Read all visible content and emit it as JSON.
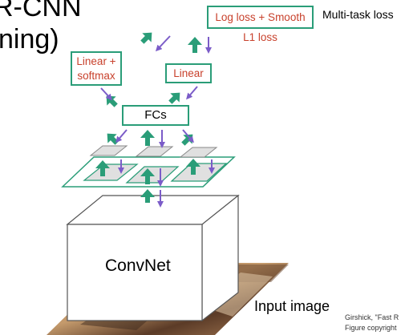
{
  "title": {
    "line1": "R-CNN",
    "line2": "ning)"
  },
  "boxes": {
    "loss": "Log loss + Smooth L1 loss",
    "linear_softmax_1": "Linear +",
    "linear_softmax_2": "softmax",
    "linear": "Linear",
    "fcs": "FCs",
    "convnet": "ConvNet"
  },
  "labels": {
    "multitask": "Multi-task loss",
    "input": "Input image"
  },
  "citation": {
    "line1": "Girshick, \"Fast R",
    "line2": "Figure copyright"
  },
  "colors": {
    "box_border": "#2a9d78",
    "forward_arrow": "#2a9d78",
    "backward_arrow": "#7b5cc8",
    "red_text": "#c8412c"
  }
}
